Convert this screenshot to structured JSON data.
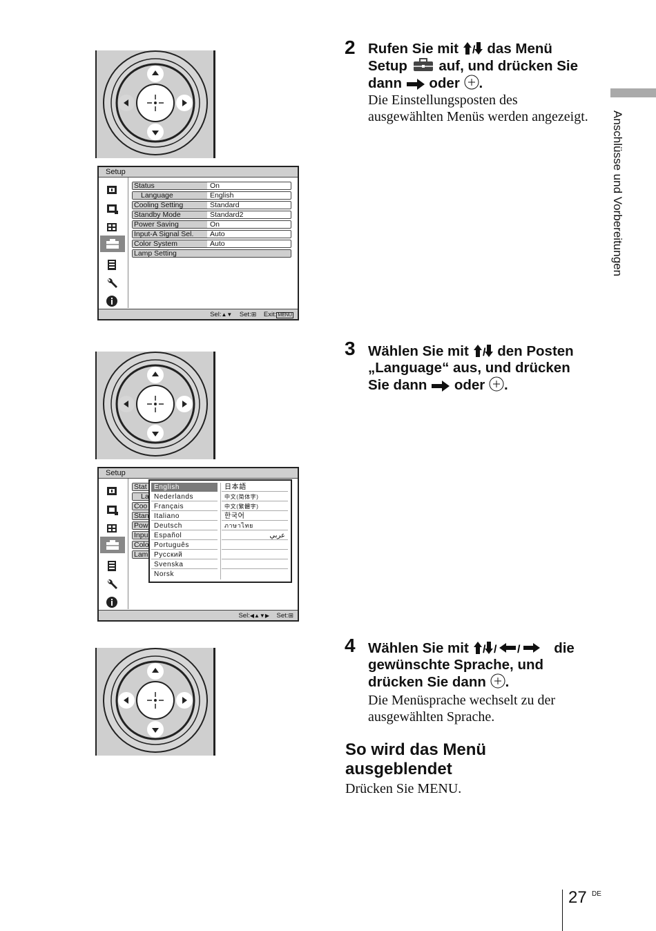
{
  "sidebar_tab": "Anschlüsse und Vorbereitungen",
  "step2": {
    "number": "2",
    "head_a": "Rufen Sie mit",
    "head_b": "das Menü",
    "head_c": "Setup",
    "head_d": "auf, und drücken Sie",
    "head_e": "dann",
    "head_f": "oder",
    "body": "Die Einstellungsposten des ausgewählten Menüs werden angezeigt."
  },
  "step3": {
    "number": "3",
    "head_a": "Wählen Sie mit",
    "head_b": "den Posten",
    "head_c": "„Language“ aus, und drücken",
    "head_d": "Sie dann",
    "head_e": "oder"
  },
  "step4": {
    "number": "4",
    "head_a": "Wählen Sie mit",
    "head_b": "die",
    "head_c": "gewünschte Sprache, und",
    "head_d": "drücken Sie dann",
    "body": "Die Menüsprache wechselt zu der ausgewählten Sprache."
  },
  "hide_menu": {
    "heading": "So wird das Menü ausgeblendet",
    "body": "Drücken Sie MENU."
  },
  "page_number": "27",
  "page_lang": "DE",
  "menu1": {
    "title": "Setup",
    "rows": [
      {
        "label": "Status",
        "value": "On"
      },
      {
        "label": "Language",
        "value": "English"
      },
      {
        "label": "Cooling Setting",
        "value": "Standard"
      },
      {
        "label": "Standby Mode",
        "value": "Standard2"
      },
      {
        "label": "Power Saving",
        "value": "On"
      },
      {
        "label": "Input-A Signal Sel.",
        "value": "Auto"
      },
      {
        "label": "Color System",
        "value": "Auto"
      },
      {
        "label": "Lamp Setting",
        "value": ""
      }
    ],
    "footer_sel": "Sel:",
    "footer_set": "Set:",
    "footer_exit": "Exit:",
    "footer_menu": "MENU"
  },
  "menu2": {
    "title": "Setup",
    "rows_partial": [
      "Stat",
      "La",
      "Coo",
      "Stan",
      "Pow",
      "Inpu",
      "Colo",
      "Lam"
    ],
    "languages_left": [
      "English",
      "Nederlands",
      "Français",
      "Italiano",
      "Deutsch",
      "Español",
      "Português",
      "Русский",
      "Svenska",
      "Norsk"
    ],
    "languages_right": [
      "日本語",
      "中文(简体字)",
      "中文(繁體字)",
      "한국어",
      "ภาษาไทย",
      "عربي",
      "",
      "",
      "",
      ""
    ],
    "footer_sel": "Sel:",
    "footer_set": "Set:"
  }
}
